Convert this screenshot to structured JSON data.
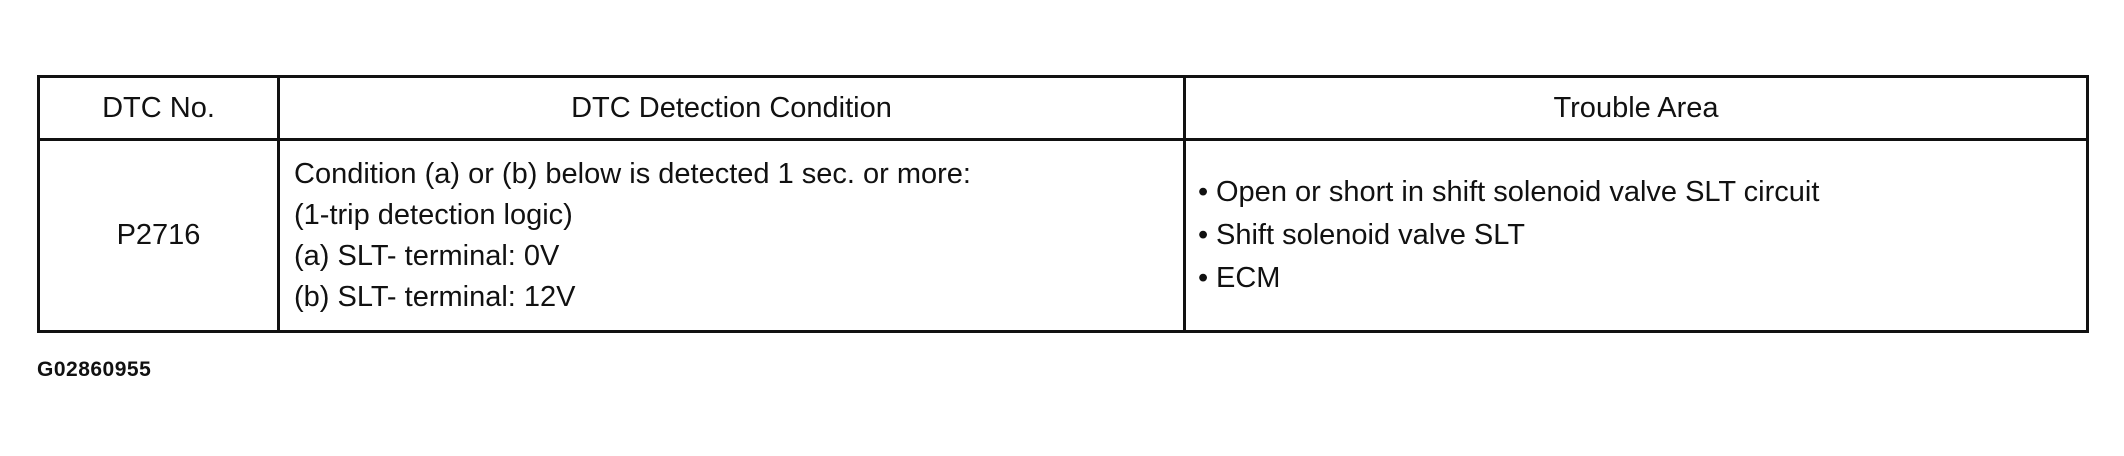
{
  "table": {
    "headers": [
      "DTC No.",
      "DTC Detection Condition",
      "Trouble Area"
    ],
    "rows": [
      {
        "dtc_no": "P2716",
        "condition_lines": [
          "Condition (a) or (b) below is detected 1 sec. or more:",
          "(1-trip detection logic)",
          "(a) SLT- terminal: 0V",
          "(b) SLT- terminal: 12V"
        ],
        "trouble_area": [
          "Open or short in shift solenoid valve SLT circuit",
          "Shift solenoid valve SLT",
          "ECM"
        ]
      }
    ]
  },
  "figure_id": "G02860955"
}
